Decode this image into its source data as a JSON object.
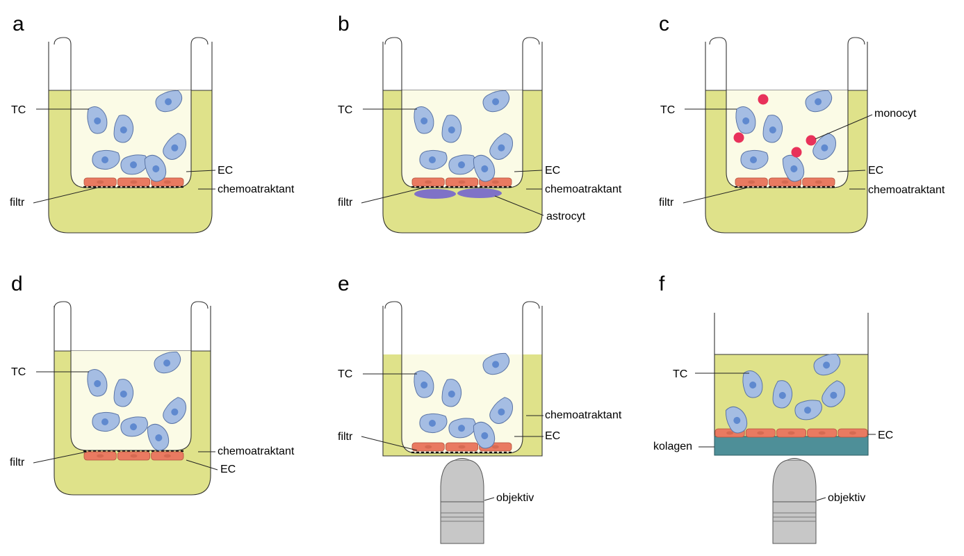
{
  "colors": {
    "medium": "#dfe28a",
    "insert_medium": "#fbfbe6",
    "tumor_cell": "#a5bde3",
    "tumor_nucleus": "#5f89cf",
    "endothelial_cell": "#e97a61",
    "astrocyte": "#7f72c7",
    "monocyte": "#e8325a",
    "collagen": "#4e8f98",
    "objective": "#c7c7c7",
    "line": "#333333"
  },
  "panels": {
    "a": {
      "letter": "a",
      "labels": {
        "tc": "TC",
        "ec": "EC",
        "chemo": "chemoatraktant",
        "filtr": "filtr"
      }
    },
    "b": {
      "letter": "b",
      "labels": {
        "tc": "TC",
        "ec": "EC",
        "chemo": "chemoatraktant",
        "filtr": "filtr",
        "astrocyt": "astrocyt"
      }
    },
    "c": {
      "letter": "c",
      "labels": {
        "tc": "TC",
        "monocyt": "monocyt",
        "ec": "EC",
        "chemo": "chemoatraktant",
        "filtr": "filtr"
      }
    },
    "d": {
      "letter": "d",
      "labels": {
        "tc": "TC",
        "chemo": "chemoatraktant",
        "filtr": "filtr",
        "ec": "EC"
      }
    },
    "e": {
      "letter": "e",
      "labels": {
        "tc": "TC",
        "chemo": "chemoatraktant",
        "filtr": "filtr",
        "ec": "EC",
        "objektiv": "objektiv"
      }
    },
    "f": {
      "letter": "f",
      "labels": {
        "tc": "TC",
        "ec": "EC",
        "kolagen": "kolagen",
        "objektiv": "objektiv"
      }
    }
  }
}
